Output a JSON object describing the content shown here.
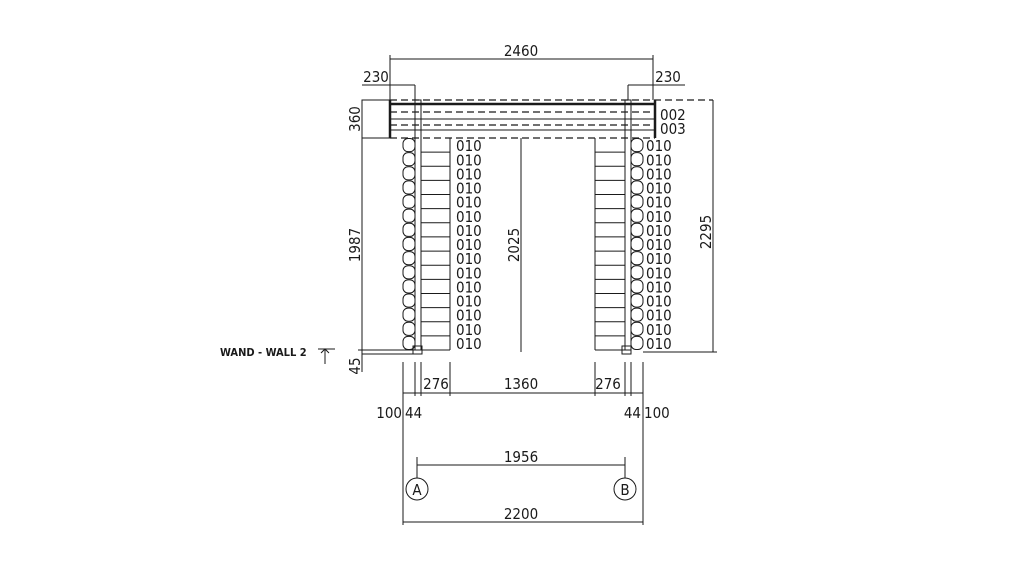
{
  "drawing": {
    "dimensions": {
      "overall_top": "2460",
      "left_overhang": "230",
      "right_overhang": "230",
      "beam_height": "360",
      "wall_height_left": "1987",
      "opening_height": "2025",
      "total_height_right": "2295",
      "base_offset": "45",
      "left_wall_width": "276",
      "opening_width": "1360",
      "right_wall_width": "276",
      "left_offsets": [
        "100",
        "44"
      ],
      "right_offsets": [
        "44",
        "100"
      ],
      "axis_distance": "1956",
      "overall_bottom": "2200"
    },
    "beam_labels": [
      "002",
      "003"
    ],
    "log_label": "010",
    "log_rows": 15,
    "axes": [
      "A",
      "B"
    ],
    "section_label": "WAND - WALL 2"
  }
}
